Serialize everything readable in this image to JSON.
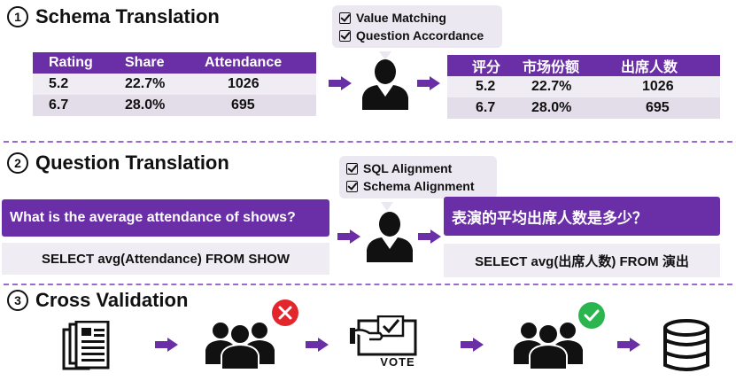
{
  "section1": {
    "number": "1",
    "title": "Schema Translation",
    "checks": [
      "Value Matching",
      "Question Accordance"
    ],
    "source_table": {
      "headers": [
        "Rating",
        "Share",
        "Attendance"
      ],
      "rows": [
        [
          "5.2",
          "22.7%",
          "1026"
        ],
        [
          "6.7",
          "28.0%",
          "695"
        ]
      ]
    },
    "target_table": {
      "headers": [
        "评分",
        "市场份额",
        "出席人数"
      ],
      "rows": [
        [
          "5.2",
          "22.7%",
          "1026"
        ],
        [
          "6.7",
          "28.0%",
          "695"
        ]
      ]
    }
  },
  "section2": {
    "number": "2",
    "title": "Question Translation",
    "checks": [
      "SQL Alignment",
      "Schema Alignment"
    ],
    "source_question": "What is the average attendance of shows?",
    "source_sql": "SELECT avg(Attendance) FROM SHOW",
    "target_question": "表演的平均出席人数是多少？",
    "target_sql": "SELECT avg(出席人数) FROM 演出"
  },
  "section3": {
    "number": "3",
    "title": "Cross Validation",
    "vote_label": "VOTE",
    "colors": {
      "reject": "#e3262b",
      "accept": "#2bb54f"
    }
  },
  "colors": {
    "accent": "#6a2fa6",
    "cell_light": "#efecf3",
    "check_bg": "#ece8f1"
  }
}
